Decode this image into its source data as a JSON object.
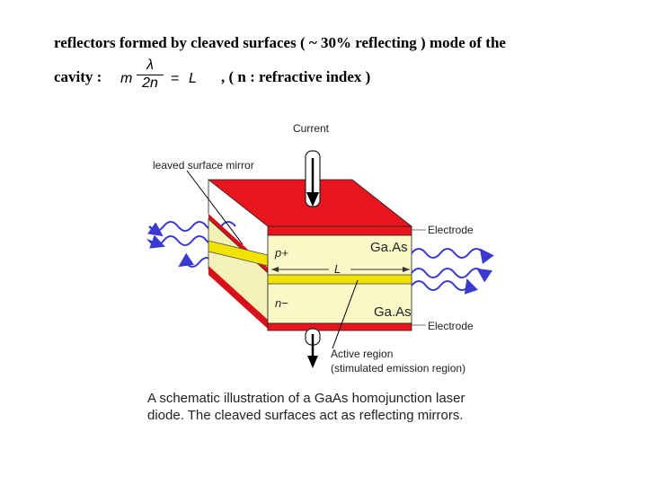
{
  "text": {
    "line1": "reflectors formed by cleaved surfaces ( ~ 30% reflecting ) mode of the",
    "line2_prefix": "cavity :",
    "line2_suffix": ", ( n : refractive index )"
  },
  "formula": {
    "m": "m",
    "numerator": "λ",
    "denominator": "2n",
    "equals": "=",
    "rhs": "L"
  },
  "diagram": {
    "current_label": "Current",
    "mirror_label": "leaved surface mirror",
    "electrode_top_label": "Electrode",
    "electrode_bottom_label": "Electrode",
    "p_layer_label": "p+",
    "n_layer_label": "n−",
    "top_material": "Ga.As",
    "bottom_material": "Ga.As",
    "length_label": "L",
    "active_region_label": "Active region",
    "active_region_sublabel": "(stimulated emission region)"
  },
  "caption": {
    "line1": "A schematic illustration of a GaAs homojunction laser",
    "line2": "diode. The cleaved surfaces act as reflecting mirrors."
  },
  "colors": {
    "electrode": "#e8141e",
    "electrode_dark": "#b0101a",
    "body": "#fbf8c8",
    "junction": "#f2e200",
    "light": "#3a3ad0"
  }
}
